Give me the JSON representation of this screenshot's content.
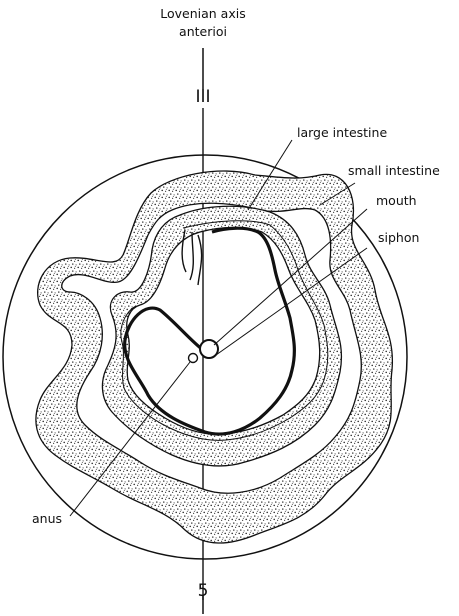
{
  "title": {
    "line1": "Lovenian axis",
    "line2": "anterioi"
  },
  "axis_marks": {
    "top": "III",
    "bottom": "5"
  },
  "labels": {
    "large_intestine": "large intestine",
    "small_intestine": "small intestine",
    "mouth": "mouth",
    "siphon": "siphon",
    "anus": "anus"
  },
  "colors": {
    "ink": "#111111",
    "paper": "#ffffff",
    "stipple": "#222222"
  }
}
